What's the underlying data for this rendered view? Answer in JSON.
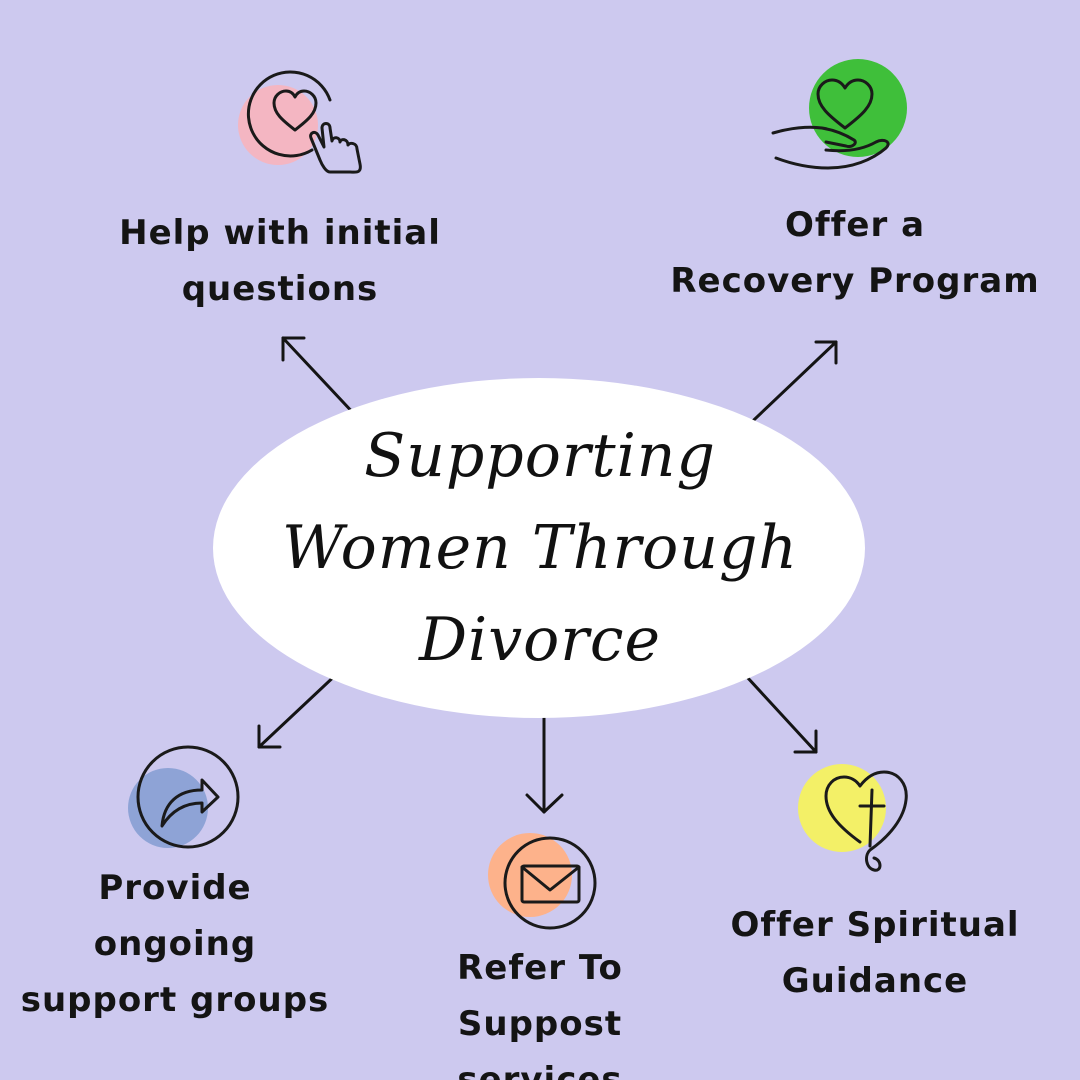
{
  "title_lines": [
    "Supporting",
    "Women Through",
    "Divorce"
  ],
  "nodes": {
    "initial": {
      "lines": [
        "Help with initial",
        "questions"
      ],
      "icon": "heart-click-icon",
      "color": "#f4b6c2"
    },
    "recovery": {
      "lines": [
        "Offer a",
        "Recovery Program"
      ],
      "icon": "heart-hand-icon",
      "color": "#3fbf3a"
    },
    "groups": {
      "lines": [
        "Provide",
        "ongoing",
        "support groups"
      ],
      "icon": "share-arrow-icon",
      "color": "#8ea3d6"
    },
    "services": {
      "lines": [
        "Refer To",
        "Suppost services"
      ],
      "icon": "envelope-icon",
      "color": "#fdb28b"
    },
    "spiritual": {
      "lines": [
        "Offer Spiritual",
        "Guidance"
      ],
      "icon": "heart-cross-icon",
      "color": "#f3f067"
    }
  },
  "colors": {
    "background": "#cdc9ef",
    "center": "#ffffff",
    "ink": "#141414"
  }
}
